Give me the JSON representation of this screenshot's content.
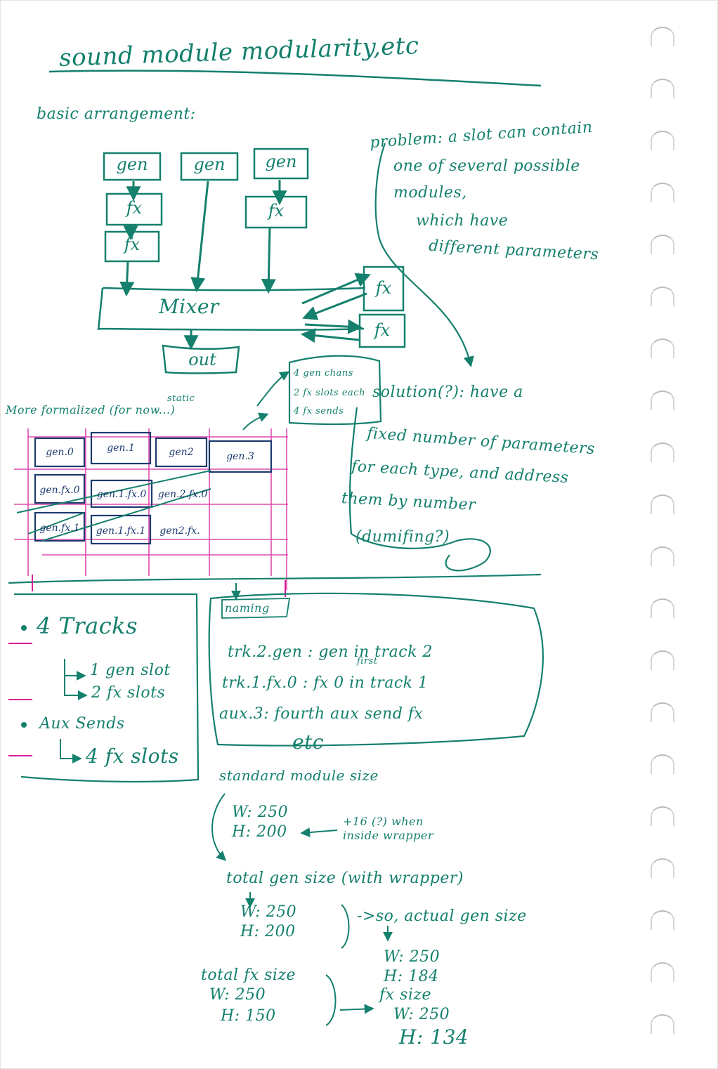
{
  "title": "sound module modularity,etc",
  "basic": {
    "heading": "basic arrangement:",
    "gens": [
      "gen",
      "gen",
      "gen"
    ],
    "fx": [
      "fx",
      "fx",
      "fx",
      "fx",
      "fx"
    ],
    "mixer": "Mixer",
    "out": "out"
  },
  "callout": [
    "4 gen chans",
    "2 fx slots each",
    "4 fx sends"
  ],
  "problem": [
    "problem: a slot can contain",
    "one of several possible",
    "modules,",
    "which have",
    "different parameters"
  ],
  "solution": [
    "solution(?): have a",
    "fixed number of parameters",
    "for each type, and address",
    "them by number",
    "(dumifing?)"
  ],
  "formalized": {
    "heading": "More formalized (for now...)",
    "note": "static",
    "row1": [
      "gen.0",
      "gen.1",
      "gen2",
      "gen.3"
    ],
    "row2": [
      "gen.fx.0",
      "gen.1.fx.0",
      "gen.2.fx.0"
    ],
    "row3": [
      "gen.fx.1",
      "gen.1.fx.1",
      "gen2.fx."
    ]
  },
  "tracks": {
    "item1": "4 Tracks",
    "sub1": "1 gen slot",
    "sub2": "2 fx slots",
    "item2": "Aux Sends",
    "sub3": "4 fx slots"
  },
  "naming": {
    "label": "naming",
    "line1": "trk.2.gen : gen in track 2",
    "line2": "trk.1.fx.0 : fx 0 in track 1",
    "line2_note": "first",
    "line3": "aux.3: fourth aux send fx",
    "etc": "etc"
  },
  "sizes": {
    "std_label": "standard module size",
    "std_w": "W: 250",
    "std_h": "H: 200",
    "std_note": "+16 (?) when inside wrapper",
    "gen_label": "total gen size (with wrapper)",
    "gen_w": "W: 250",
    "gen_h": "H: 200",
    "actual_label": "->so, actual gen size",
    "actual_w": "W: 250",
    "actual_h": "H: 184",
    "fx_label": "total fx size",
    "fx_w": "W: 250",
    "fx_h": "H: 150",
    "fx_actual_label": "fx size",
    "fx_actual_w": "W: 250",
    "fx_actual_h": "H: 134"
  },
  "colors": {
    "ink": "#14806d",
    "grid_magenta": "#d81e9a",
    "grid_ink": "#1c3a70",
    "paper": "#ffffff"
  }
}
